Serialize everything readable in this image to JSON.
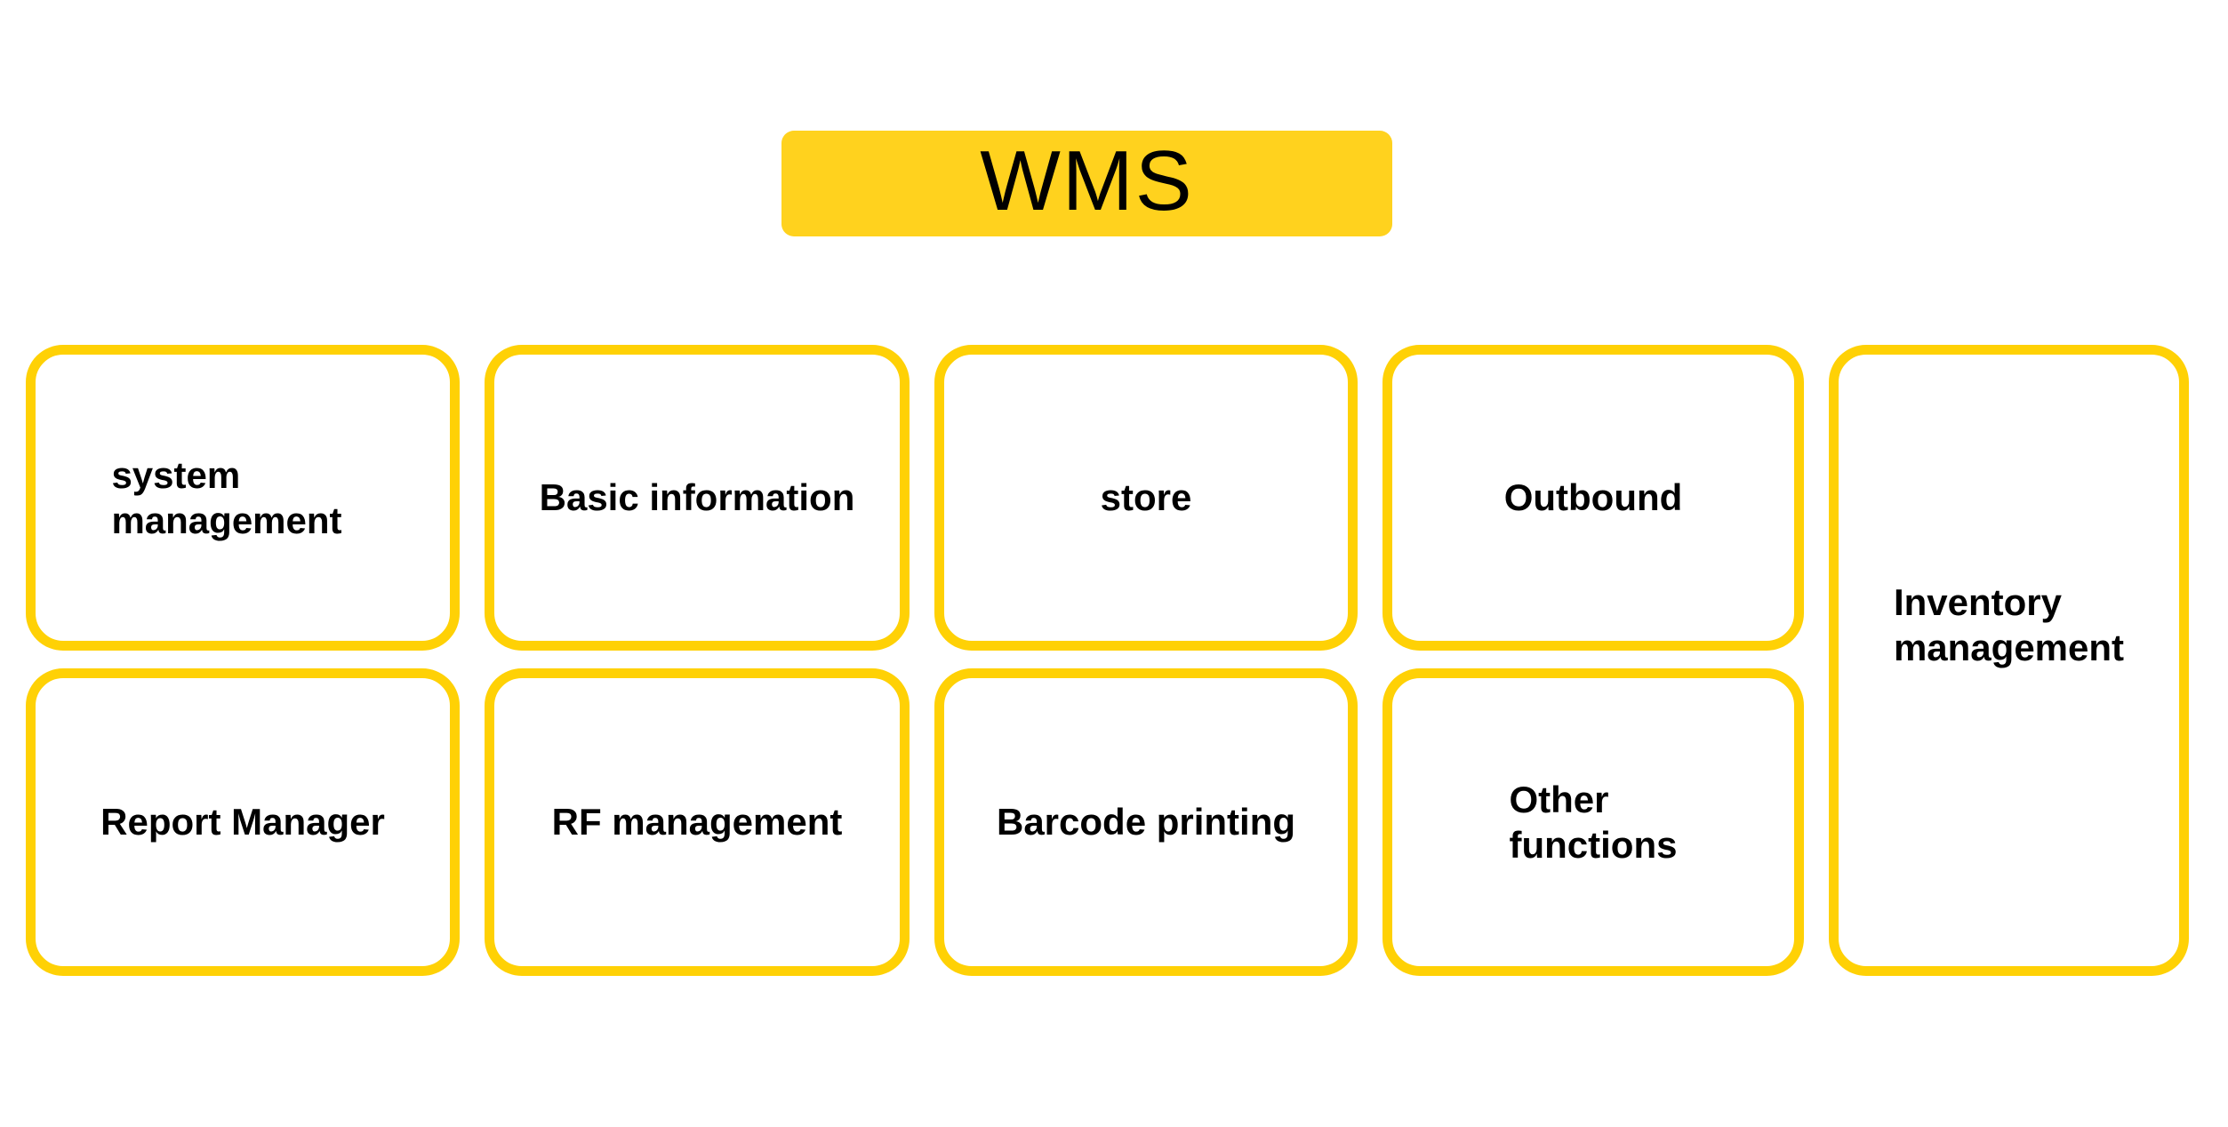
{
  "title": "WMS",
  "colors": {
    "banner_fill": "#FFD21E",
    "box_border": "#FFD105",
    "box_fill": "#FFFFFF",
    "text": "#000000",
    "background": "#FFFFFF"
  },
  "boxes": [
    {
      "id": "system-management",
      "label": "system\nmanagement"
    },
    {
      "id": "basic-information",
      "label": "Basic information"
    },
    {
      "id": "store",
      "label": "store"
    },
    {
      "id": "outbound",
      "label": "Outbound"
    },
    {
      "id": "report-manager",
      "label": "Report Manager"
    },
    {
      "id": "rf-management",
      "label": "RF management"
    },
    {
      "id": "barcode-printing",
      "label": "Barcode printing"
    },
    {
      "id": "other-functions",
      "label": "Other\nfunctions"
    },
    {
      "id": "inventory-management",
      "label": "Inventory\nmanagement"
    }
  ]
}
